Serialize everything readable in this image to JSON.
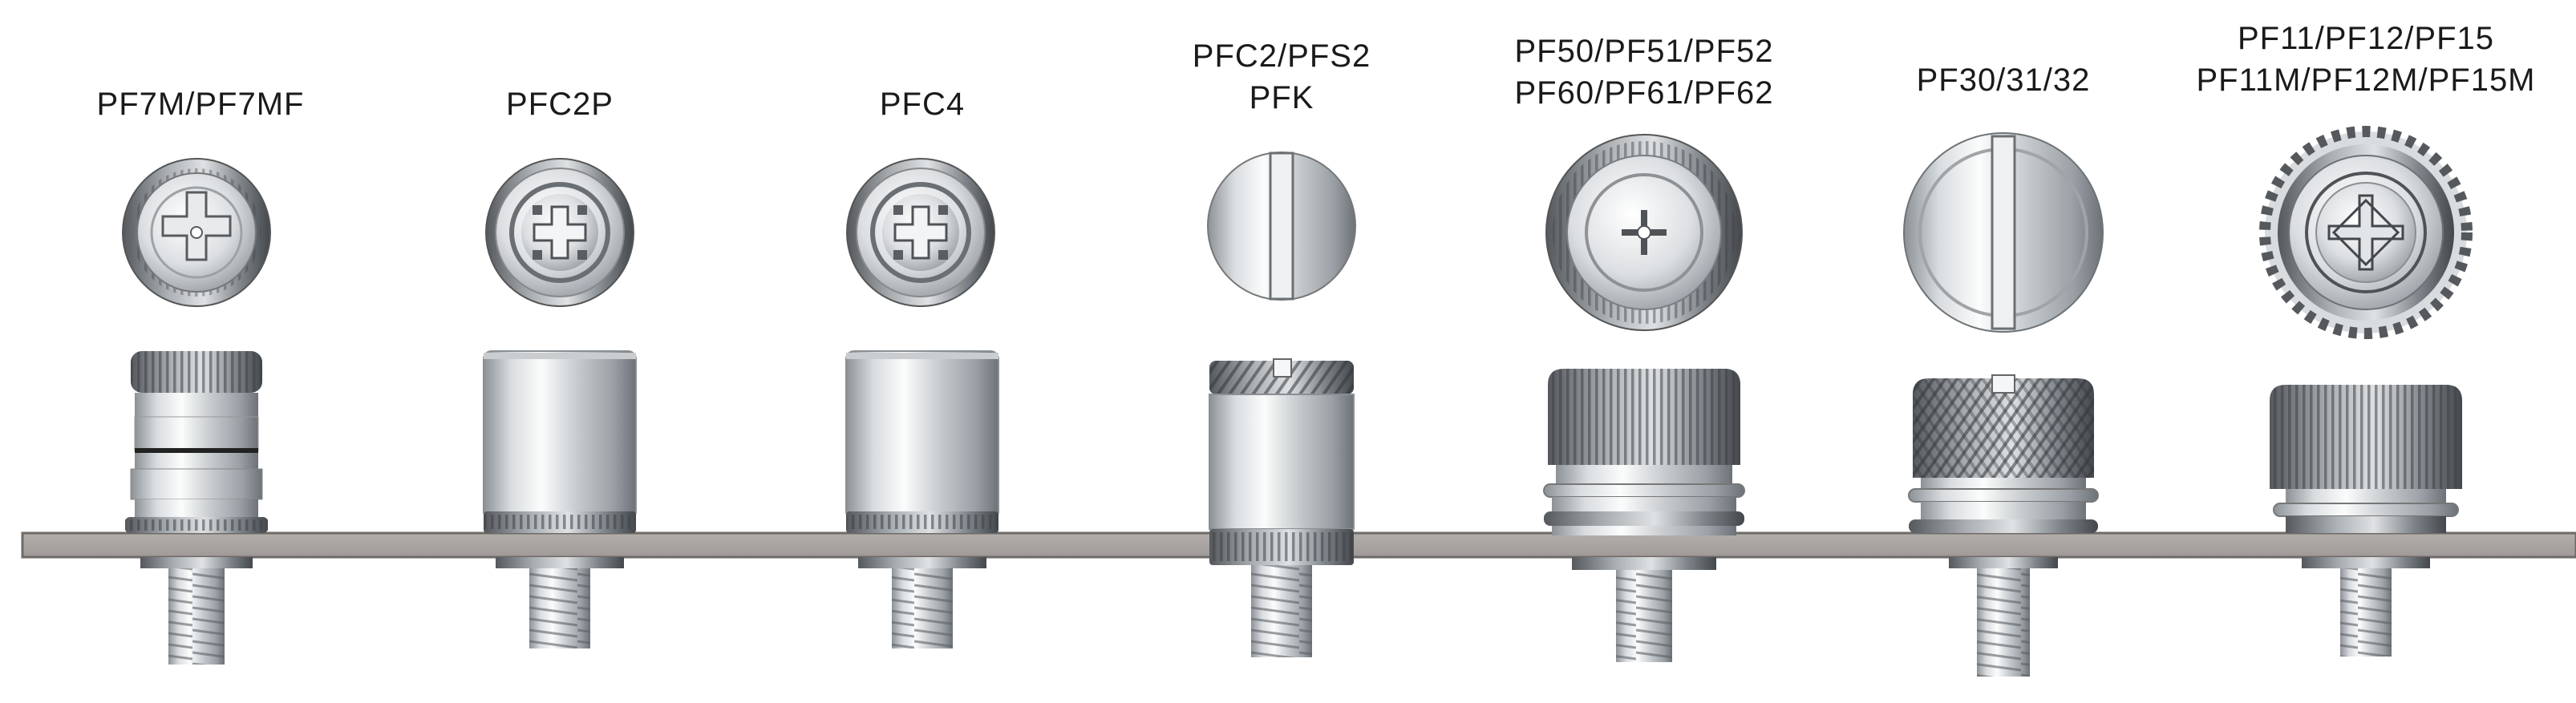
{
  "figure": {
    "plate": "panel-sheet",
    "fasteners": [
      {
        "id": "pf7m",
        "label_lines": [
          "PF7M/PF7MF"
        ],
        "top_view": "cross-recess-knurled-rim",
        "side_view": "knurled-cap-ribbed-body"
      },
      {
        "id": "pfc2p",
        "label_lines": [
          "PFC2P"
        ],
        "top_view": "cross-recess-smooth",
        "side_view": "smooth-cylinder"
      },
      {
        "id": "pfc4",
        "label_lines": [
          "PFC4"
        ],
        "top_view": "cross-recess-smooth",
        "side_view": "smooth-cylinder"
      },
      {
        "id": "pfc2",
        "label_lines": [
          "PFC2/PFS2",
          "PFK"
        ],
        "top_view": "slotted",
        "side_view": "knurled-slotted-cap"
      },
      {
        "id": "pf50",
        "label_lines": [
          "PF50/PF51/PF52",
          "PF60/PF61/PF62"
        ],
        "top_view": "cross-recess-knurled-rim",
        "side_view": "knurled-head-with-spring"
      },
      {
        "id": "pf30",
        "label_lines": [
          "PF30/31/32"
        ],
        "top_view": "slotted-large",
        "side_view": "diamond-knurl-slotted-head"
      },
      {
        "id": "pf11",
        "label_lines": [
          "PF11/PF12/PF15",
          "PF11M/PF12M/PF15M"
        ],
        "top_view": "cross-recess-serrated",
        "side_view": "knurled-head-tall"
      }
    ]
  }
}
